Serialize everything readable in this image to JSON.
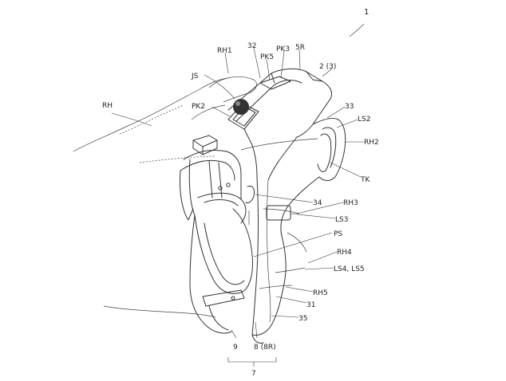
{
  "figure": {
    "labels": {
      "fig_ref": "1",
      "RH": "RH",
      "RH1": "RH1",
      "JS": "JS",
      "n32": "32",
      "PK5": "PK5",
      "PK3": "PK3",
      "n5R": "5R",
      "n2_3": "2 (3)",
      "PK2": "PK2",
      "n33": "33",
      "LS2": "LS2",
      "RH2": "RH2",
      "TK": "TK",
      "n34": "34",
      "RH3": "RH3",
      "LS3": "LS3",
      "PS": "PS",
      "RH4": "RH4",
      "LS4_LS5": "LS4, LS5",
      "RH5": "RH5",
      "n31": "31",
      "n35": "35",
      "n9": "9",
      "n8_8R": "8 (8R)",
      "n7": "7"
    }
  }
}
